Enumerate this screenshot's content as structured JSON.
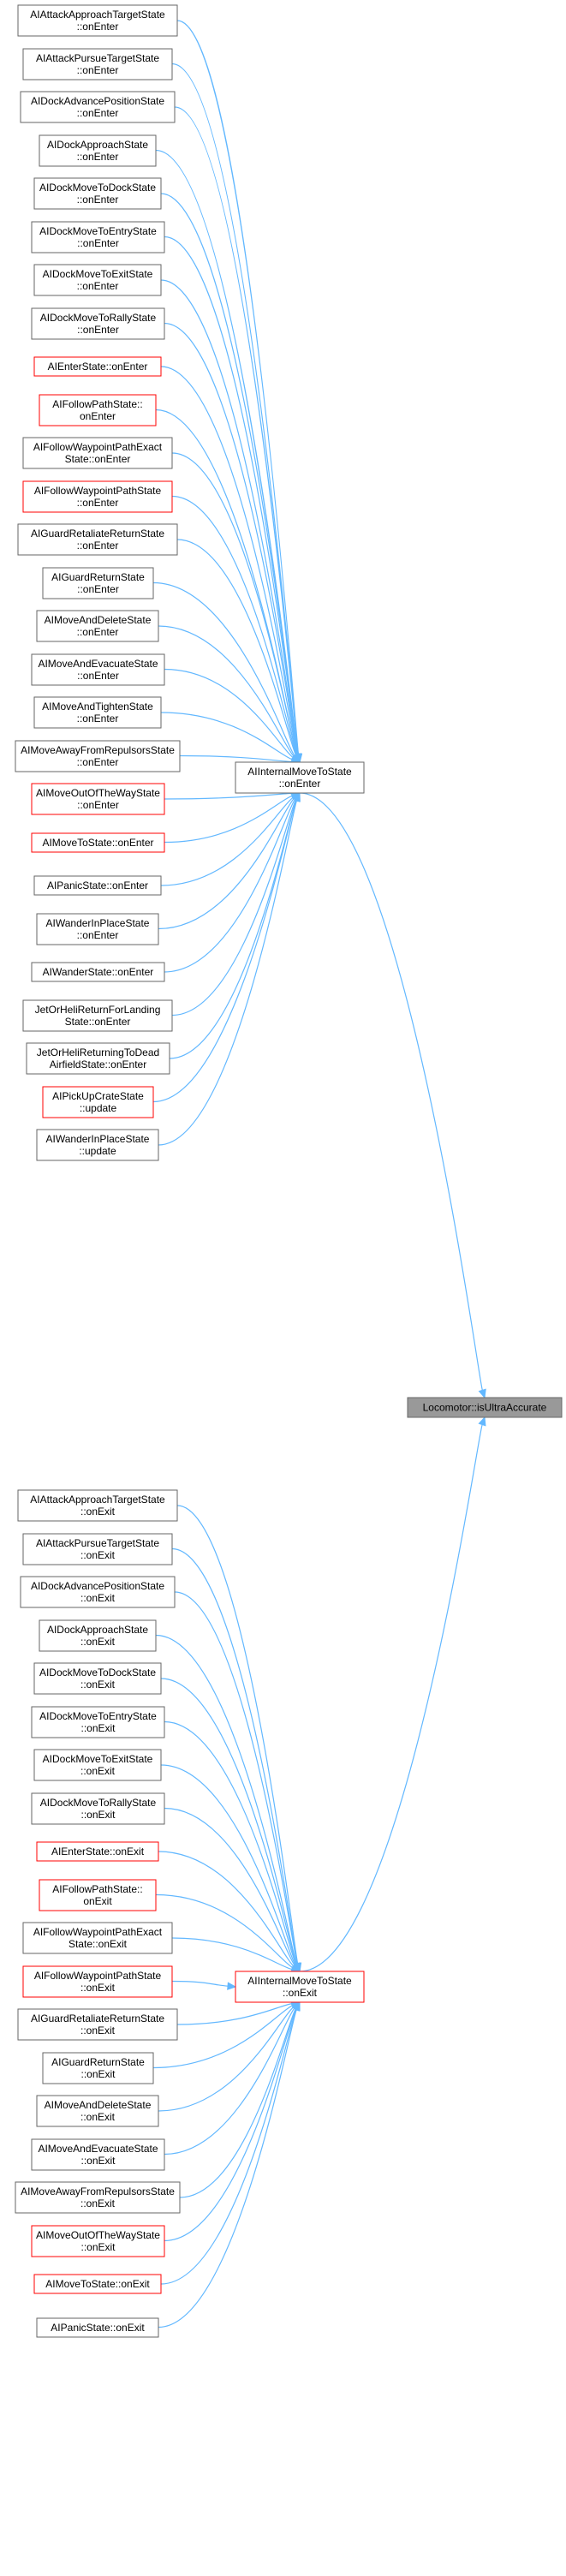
{
  "colors": {
    "edge": "#63b8ff",
    "node_border": "#666666",
    "node_border_highlight": "#ff0000",
    "root_fill": "#999999",
    "background": "#ffffff"
  },
  "root": {
    "id": "root",
    "lines": [
      "Locomotor::isUltraAccurate"
    ]
  },
  "hubs": [
    {
      "id": "hub_enter",
      "lines": [
        "AIInternalMoveToState",
        "::onEnter"
      ],
      "highlight": false
    },
    {
      "id": "hub_exit",
      "lines": [
        "AIInternalMoveToState",
        "::onExit"
      ],
      "highlight": true
    }
  ],
  "callers_enter": [
    {
      "lines": [
        "AIAttackApproachTargetState",
        "::onEnter"
      ],
      "highlight": false
    },
    {
      "lines": [
        "AIAttackPursueTargetState",
        "::onEnter"
      ],
      "highlight": false
    },
    {
      "lines": [
        "AIDockAdvancePositionState",
        "::onEnter"
      ],
      "highlight": false
    },
    {
      "lines": [
        "AIDockApproachState",
        "::onEnter"
      ],
      "highlight": false
    },
    {
      "lines": [
        "AIDockMoveToDockState",
        "::onEnter"
      ],
      "highlight": false
    },
    {
      "lines": [
        "AIDockMoveToEntryState",
        "::onEnter"
      ],
      "highlight": false
    },
    {
      "lines": [
        "AIDockMoveToExitState",
        "::onEnter"
      ],
      "highlight": false
    },
    {
      "lines": [
        "AIDockMoveToRallyState",
        "::onEnter"
      ],
      "highlight": false
    },
    {
      "lines": [
        "AIEnterState::onEnter"
      ],
      "highlight": true
    },
    {
      "lines": [
        "AIFollowPathState::",
        "onEnter"
      ],
      "highlight": true
    },
    {
      "lines": [
        "AIFollowWaypointPathExact",
        "State::onEnter"
      ],
      "highlight": false
    },
    {
      "lines": [
        "AIFollowWaypointPathState",
        "::onEnter"
      ],
      "highlight": true
    },
    {
      "lines": [
        "AIGuardRetaliateReturnState",
        "::onEnter"
      ],
      "highlight": false
    },
    {
      "lines": [
        "AIGuardReturnState",
        "::onEnter"
      ],
      "highlight": false
    },
    {
      "lines": [
        "AIMoveAndDeleteState",
        "::onEnter"
      ],
      "highlight": false
    },
    {
      "lines": [
        "AIMoveAndEvacuateState",
        "::onEnter"
      ],
      "highlight": false
    },
    {
      "lines": [
        "AIMoveAndTightenState",
        "::onEnter"
      ],
      "highlight": false
    },
    {
      "lines": [
        "AIMoveAwayFromRepulsorsState",
        "::onEnter"
      ],
      "highlight": false
    },
    {
      "lines": [
        "AIMoveOutOfTheWayState",
        "::onEnter"
      ],
      "highlight": true
    },
    {
      "lines": [
        "AIMoveToState::onEnter"
      ],
      "highlight": true
    },
    {
      "lines": [
        "AIPanicState::onEnter"
      ],
      "highlight": false
    },
    {
      "lines": [
        "AIWanderInPlaceState",
        "::onEnter"
      ],
      "highlight": false
    },
    {
      "lines": [
        "AIWanderState::onEnter"
      ],
      "highlight": false
    },
    {
      "lines": [
        "JetOrHeliReturnForLanding",
        "State::onEnter"
      ],
      "highlight": false
    },
    {
      "lines": [
        "JetOrHeliReturningToDead",
        "AirfieldState::onEnter"
      ],
      "highlight": false
    },
    {
      "lines": [
        "AIPickUpCrateState",
        "::update"
      ],
      "highlight": true
    },
    {
      "lines": [
        "AIWanderInPlaceState",
        "::update"
      ],
      "highlight": false
    }
  ],
  "callers_exit": [
    {
      "lines": [
        "AIAttackApproachTargetState",
        "::onExit"
      ],
      "highlight": false
    },
    {
      "lines": [
        "AIAttackPursueTargetState",
        "::onExit"
      ],
      "highlight": false
    },
    {
      "lines": [
        "AIDockAdvancePositionState",
        "::onExit"
      ],
      "highlight": false
    },
    {
      "lines": [
        "AIDockApproachState",
        "::onExit"
      ],
      "highlight": false
    },
    {
      "lines": [
        "AIDockMoveToDockState",
        "::onExit"
      ],
      "highlight": false
    },
    {
      "lines": [
        "AIDockMoveToEntryState",
        "::onExit"
      ],
      "highlight": false
    },
    {
      "lines": [
        "AIDockMoveToExitState",
        "::onExit"
      ],
      "highlight": false
    },
    {
      "lines": [
        "AIDockMoveToRallyState",
        "::onExit"
      ],
      "highlight": false
    },
    {
      "lines": [
        "AIEnterState::onExit"
      ],
      "highlight": true
    },
    {
      "lines": [
        "AIFollowPathState::",
        "onExit"
      ],
      "highlight": true
    },
    {
      "lines": [
        "AIFollowWaypointPathExact",
        "State::onExit"
      ],
      "highlight": false
    },
    {
      "lines": [
        "AIFollowWaypointPathState",
        "::onExit"
      ],
      "highlight": true
    },
    {
      "lines": [
        "AIGuardRetaliateReturnState",
        "::onExit"
      ],
      "highlight": false
    },
    {
      "lines": [
        "AIGuardReturnState",
        "::onExit"
      ],
      "highlight": false
    },
    {
      "lines": [
        "AIMoveAndDeleteState",
        "::onExit"
      ],
      "highlight": false
    },
    {
      "lines": [
        "AIMoveAndEvacuateState",
        "::onExit"
      ],
      "highlight": false
    },
    {
      "lines": [
        "AIMoveAwayFromRepulsorsState",
        "::onExit"
      ],
      "highlight": false
    },
    {
      "lines": [
        "AIMoveOutOfTheWayState",
        "::onExit"
      ],
      "highlight": true
    },
    {
      "lines": [
        "AIMoveToState::onExit"
      ],
      "highlight": true
    },
    {
      "lines": [
        "AIPanicState::onExit"
      ],
      "highlight": false
    }
  ]
}
